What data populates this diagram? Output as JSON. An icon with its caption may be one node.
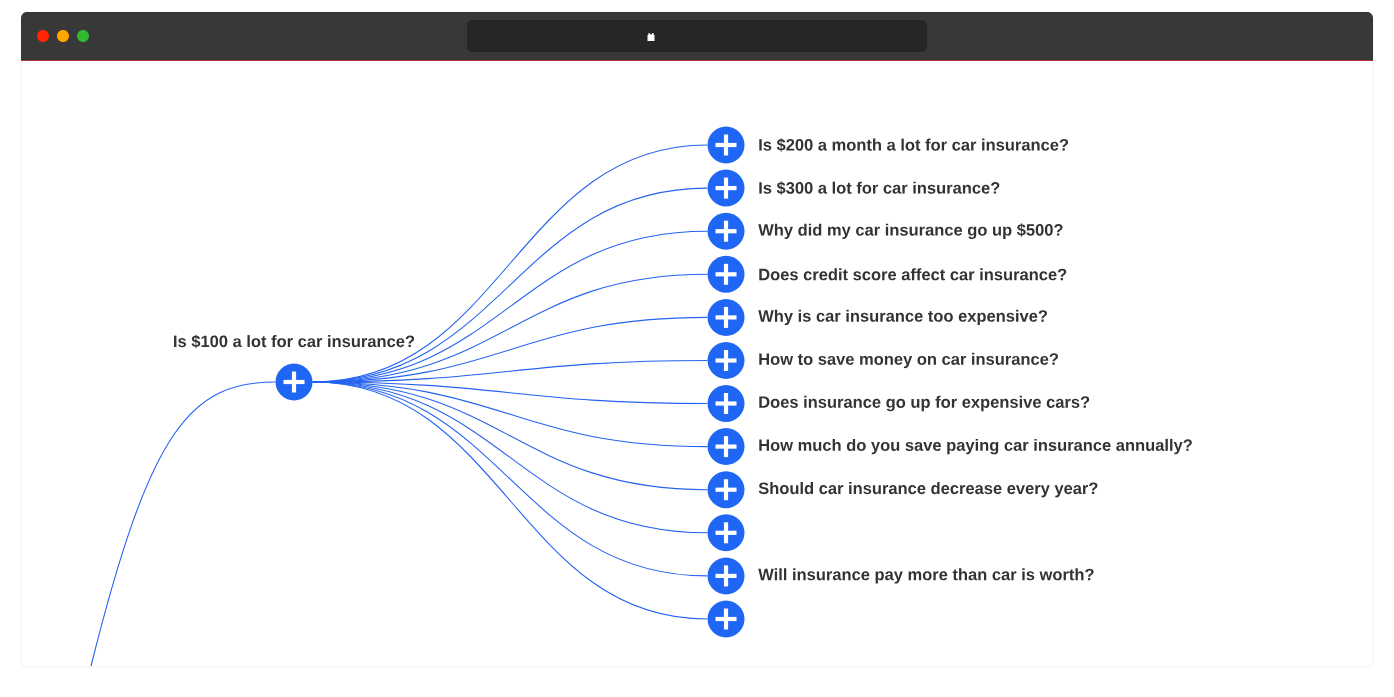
{
  "diagram": {
    "nodes": [
      {
        "text": [
          "Is $100 a lot for car insurance?"
        ]
      },
      {
        "text": [
          "Is $200 a month a lot for car insurance?"
        ]
      },
      {
        "text": [
          "Is $300 a lot for car insurance?"
        ]
      },
      {
        "text": [
          "Why did my car insurance go up $500?"
        ]
      },
      {
        "text": [
          "Does credit score affect car insurance?"
        ]
      },
      {
        "text": [
          "Why is car insurance too expensive?"
        ]
      },
      {
        "text": [
          "How to save money on car insurance?"
        ]
      },
      {
        "text": [
          "Does insurance go up for expensive cars?"
        ]
      },
      {
        "text": [
          "How much do you save paying car insurance annually?"
        ]
      },
      {
        "text": [
          "Should car insurance decrease every year?"
        ]
      },
      {
        "text": [],
        "shape": "circle"
      },
      {
        "text": [
          "Will insurance pay more than car is worth?"
        ]
      },
      {
        "text": [],
        "shape": "circle"
      }
    ],
    "edges": [
      {
        "from": null,
        "to": 0,
        "arrow": "none"
      },
      {
        "from": 0,
        "to": 1,
        "arrow": "none"
      },
      {
        "from": 0,
        "to": 2,
        "arrow": "none"
      },
      {
        "from": 0,
        "to": 3,
        "arrow": "none"
      },
      {
        "from": 0,
        "to": 4,
        "arrow": "none"
      },
      {
        "from": 0,
        "to": 5,
        "arrow": "none"
      },
      {
        "from": 0,
        "to": 6,
        "arrow": "none"
      },
      {
        "from": 0,
        "to": 7,
        "arrow": "none"
      },
      {
        "from": 0,
        "to": 8,
        "arrow": "none"
      },
      {
        "from": 0,
        "to": 9,
        "arrow": "none"
      },
      {
        "from": 0,
        "to": 10,
        "arrow": "none"
      },
      {
        "from": 0,
        "to": 11,
        "arrow": "none"
      },
      {
        "from": 0,
        "to": 12,
        "arrow": "none"
      }
    ]
  }
}
